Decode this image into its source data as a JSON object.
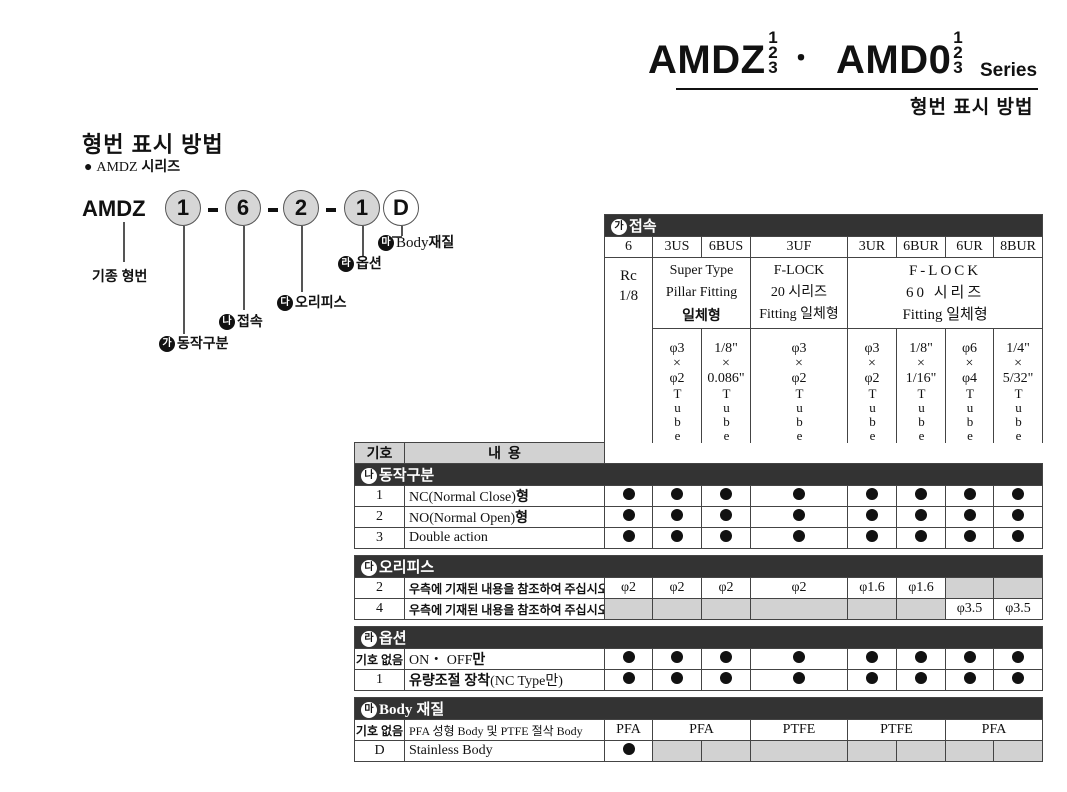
{
  "header": {
    "model1": "AMDZ",
    "model1_suffix": [
      "1",
      "2",
      "3"
    ],
    "separator": "・",
    "model2": "AMD0",
    "model2_suffix": [
      "1",
      "2",
      "3"
    ],
    "series": "Series",
    "subtitle": "형번 표시 방법"
  },
  "section": {
    "title": "형번 표시 방법",
    "bullet": "●",
    "bullet_en": "AMDZ",
    "bullet_ko": "시리즈"
  },
  "code": {
    "prefix": "AMDZ",
    "segments": [
      "1",
      "6",
      "2",
      "1",
      "D"
    ],
    "labels": {
      "model": "기종 형번",
      "ga": {
        "badge": "가",
        "text": "동작구분"
      },
      "na": {
        "badge": "나",
        "text": "접속"
      },
      "da": {
        "badge": "다",
        "text": "오리피스"
      },
      "ra": {
        "badge": "라",
        "text": "옵션"
      },
      "ma": {
        "badge": "마",
        "text_en": "Body",
        "text_ko": "재질"
      }
    }
  },
  "table": {
    "conn_header": {
      "badge": "가",
      "text": "접속"
    },
    "conn_codes": [
      "6",
      "3US",
      "6BUS",
      "3UF",
      "3UR",
      "6BUR",
      "6UR",
      "8BUR"
    ],
    "rc": [
      "Rc",
      "1/8"
    ],
    "super_type": [
      "Super Type",
      "Pillar Fitting",
      "일체형"
    ],
    "flock20": [
      "F-LOCK",
      "20 시리즈",
      "Fitting 일체형"
    ],
    "flock60": [
      "F-LOCK",
      "60 시리즈",
      "Fitting 일체형"
    ],
    "tubes": [
      {
        "size": [
          "φ3",
          "×",
          "φ2"
        ],
        "suffix": "Tube 접속"
      },
      {
        "size": [
          "1/8\"",
          "×",
          "0.086\""
        ],
        "suffix": "Tube 접속"
      },
      {
        "size": [
          "φ3",
          "×",
          "φ2"
        ],
        "suffix": "Tube 접속"
      },
      {
        "size": [
          "φ3",
          "×",
          "φ2"
        ],
        "suffix": "Tube 접속"
      },
      {
        "size": [
          "1/8\"",
          "×",
          "1/16\""
        ],
        "suffix": "Tube 접속"
      },
      {
        "size": [
          "φ6",
          "×",
          "φ4"
        ],
        "suffix": "Tube 접속"
      },
      {
        "size": [
          "1/4\"",
          "×",
          "5/32\""
        ],
        "suffix": "Tube 접속"
      }
    ],
    "col_symbol": "기호",
    "col_content": "내  용",
    "op": {
      "badge": "나",
      "title": "동작구분",
      "rows": [
        {
          "code": "1",
          "text": "NC(Normal Close)",
          "ko": "형"
        },
        {
          "code": "2",
          "text": "NO(Normal Open)",
          "ko": "형"
        },
        {
          "code": "3",
          "text": "Double action",
          "ko": ""
        }
      ]
    },
    "orifice": {
      "badge": "다",
      "title": "오리피스",
      "rows": [
        {
          "code": "2",
          "text": "우측에 기재된 내용을 참조하여 주십시오",
          "vals": [
            "φ2",
            "φ2",
            "φ2",
            "φ2",
            "φ1.6",
            "φ1.6",
            "",
            ""
          ]
        },
        {
          "code": "4",
          "text": "우측에 기재된 내용을 참조하여 주십시오",
          "vals": [
            "",
            "",
            "",
            "",
            "",
            "",
            "φ3.5",
            "φ3.5"
          ]
        }
      ]
    },
    "option": {
      "badge": "라",
      "title": "옵션",
      "rows": [
        {
          "code": "기호 없음",
          "text": "ON・ OFF",
          "ko": "만"
        },
        {
          "code": "1",
          "text": "유량조절 장착",
          "ko": "(NC Type만)"
        }
      ]
    },
    "body": {
      "badge": "마",
      "title_en": "Body",
      "title_ko": "재질",
      "rows": [
        {
          "code": "기호 없음",
          "text": "PFA 성형 Body 및 PTFE 절삭 Body",
          "vals": [
            "PFA",
            "PFA",
            "PTFE",
            "PTFE",
            "PFA"
          ]
        },
        {
          "code": "D",
          "text": "Stainless Body"
        }
      ]
    }
  }
}
